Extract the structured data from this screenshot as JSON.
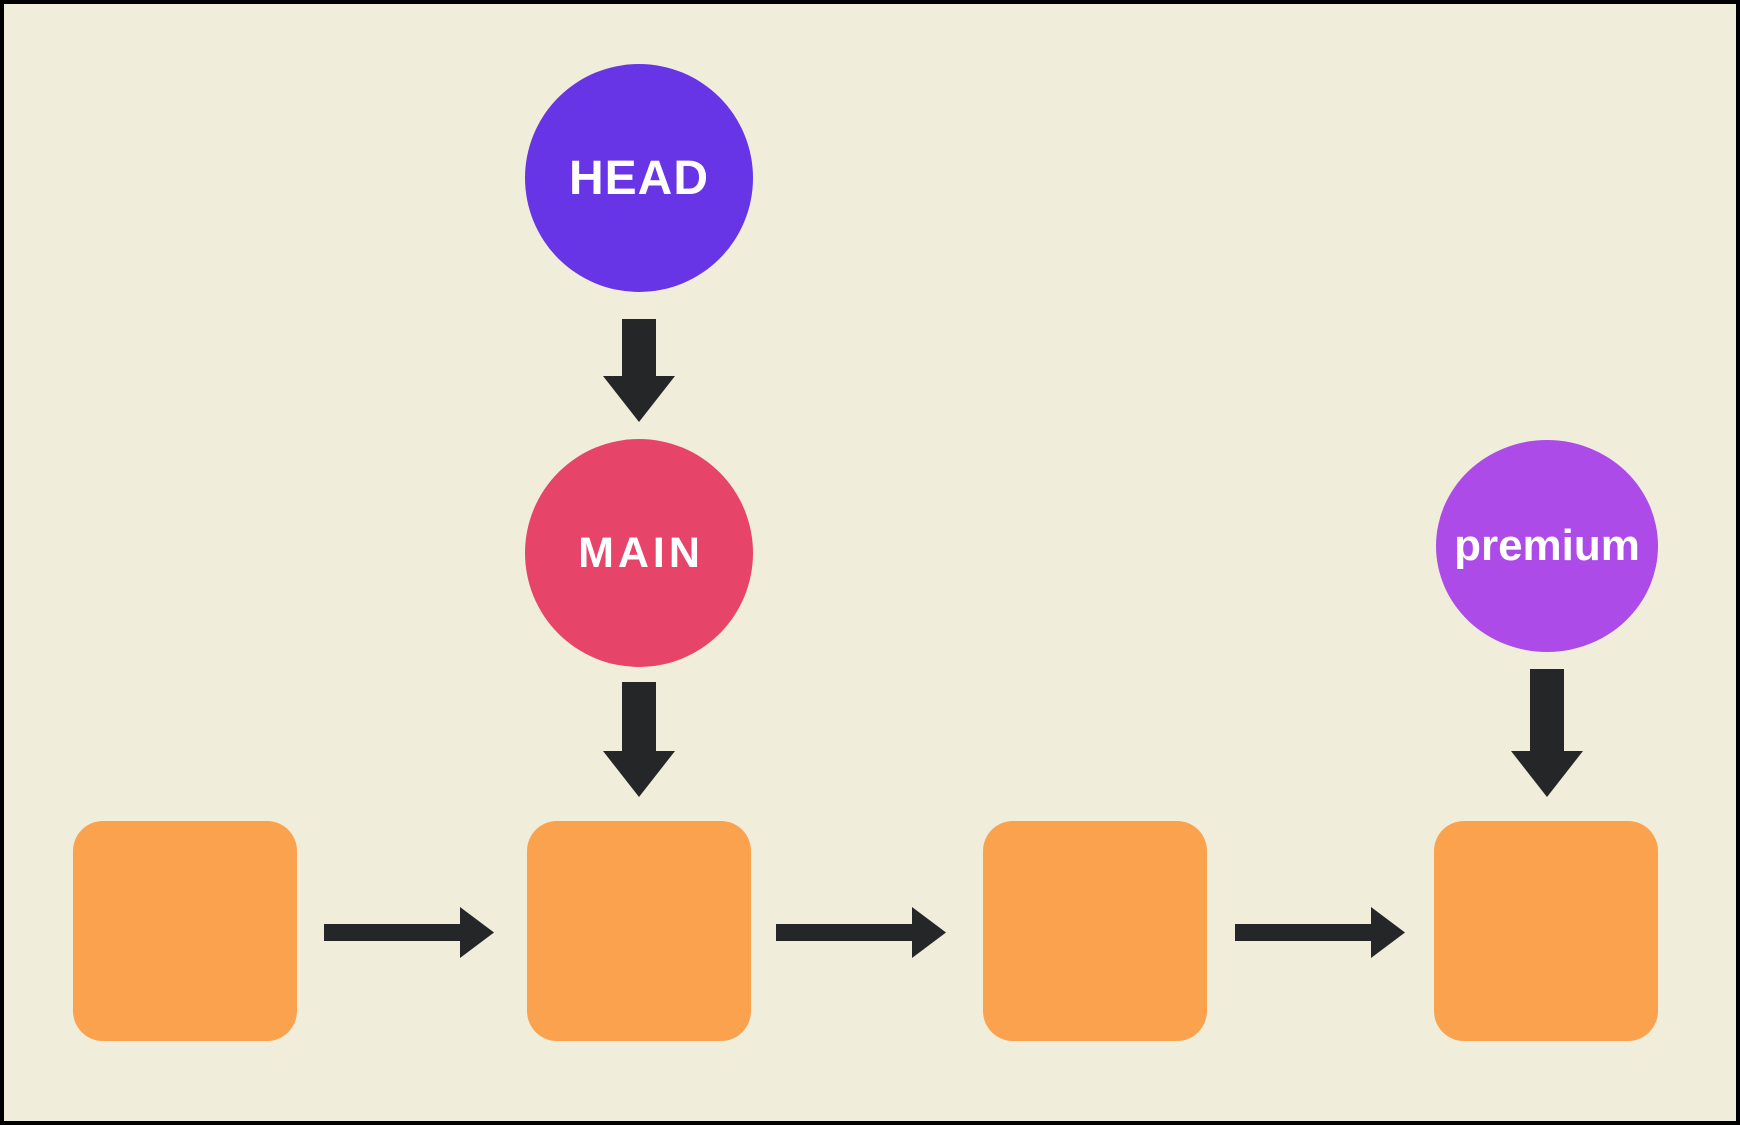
{
  "diagram": {
    "background_color": "#F0EDDB",
    "frame_color": "#000000",
    "arrow_color": "#242628",
    "branches": [
      {
        "id": "head",
        "label": "HEAD",
        "color": "#6734E6",
        "text_color": "#FFFFFF",
        "shape": "circle"
      },
      {
        "id": "main",
        "label": "MAIN",
        "color": "#E7446A",
        "text_color": "#FFFFFF",
        "shape": "circle"
      },
      {
        "id": "premium",
        "label": "premium",
        "color": "#AD4BE9",
        "text_color": "#FFFFFF",
        "shape": "circle"
      }
    ],
    "commit_nodes": {
      "count": 4,
      "color": "#FBA24E",
      "shape": "rounded-square",
      "labels": [
        "",
        "",
        "",
        ""
      ]
    },
    "pointers": [
      {
        "from": "HEAD",
        "to": "MAIN",
        "direction": "down"
      },
      {
        "from": "MAIN",
        "to": "commit-2",
        "direction": "down"
      },
      {
        "from": "premium",
        "to": "commit-4",
        "direction": "down"
      },
      {
        "from": "commit-1",
        "to": "commit-2",
        "direction": "right"
      },
      {
        "from": "commit-2",
        "to": "commit-3",
        "direction": "right"
      },
      {
        "from": "commit-3",
        "to": "commit-4",
        "direction": "right"
      }
    ]
  }
}
